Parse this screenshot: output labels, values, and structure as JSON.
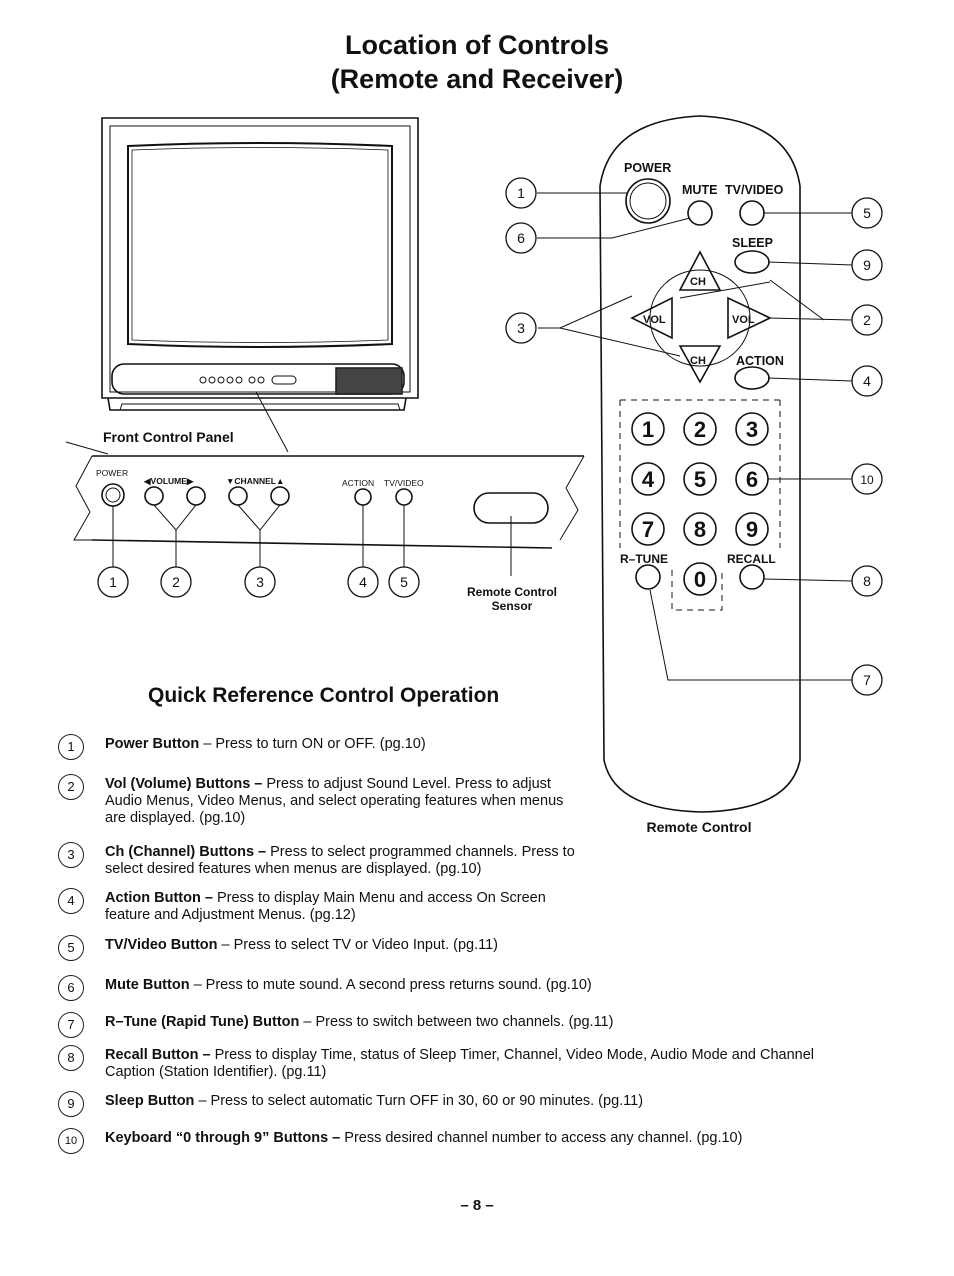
{
  "title": {
    "line1": "Location of Controls",
    "line2": "(Remote and Receiver)"
  },
  "tv": {
    "front_panel_label": "Front Control Panel",
    "panel_labels": {
      "power": "POWER",
      "volume": "◀VOLUME▶",
      "channel": "▼CHANNEL▲",
      "action": "ACTION",
      "tvvideo": "TV/VIDEO"
    },
    "sensor_label_1": "Remote Control",
    "sensor_label_2": "Sensor",
    "callouts": [
      "1",
      "2",
      "3",
      "4",
      "5"
    ]
  },
  "remote": {
    "labels": {
      "power": "POWER",
      "mute": "MUTE",
      "tvvideo": "TV/VIDEO",
      "sleep": "SLEEP",
      "ch": "CH",
      "vol": "VOL",
      "action": "ACTION",
      "rtune": "R–TUNE",
      "recall": "RECALL"
    },
    "keys": [
      "1",
      "2",
      "3",
      "4",
      "5",
      "6",
      "7",
      "8",
      "9",
      "0"
    ],
    "caption": "Remote Control",
    "callouts": {
      "left": [
        "1",
        "6",
        "3"
      ],
      "right": [
        "5",
        "9",
        "2",
        "4",
        "10",
        "8",
        "7"
      ]
    }
  },
  "quick_reference": {
    "heading": "Quick Reference Control Operation",
    "items": [
      {
        "num": "1",
        "bold": "Power Button",
        "rest": " – Press to turn ON or OFF. (pg.10)"
      },
      {
        "num": "2",
        "bold": "Vol (Volume) Buttons –",
        "rest": " Press to adjust Sound Level. Press to adjust",
        "line2": "Audio Menus, Video Menus, and select operating features when menus",
        "line3": "are displayed. (pg.10)"
      },
      {
        "num": "3",
        "bold": "Ch (Channel) Buttons –",
        "rest": " Press to select programmed channels. Press to",
        "line2": "select desired features when menus are displayed. (pg.10)"
      },
      {
        "num": "4",
        "bold": "Action Button –",
        "rest": " Press to display Main Menu and access On Screen",
        "line2": "feature and Adjustment Menus. (pg.12)"
      },
      {
        "num": "5",
        "bold": "TV/Video Button",
        "rest": " – Press to select TV or Video Input. (pg.11)"
      },
      {
        "num": "6",
        "bold": "Mute Button",
        "rest": " – Press to mute sound. A second press returns sound. (pg.10)"
      },
      {
        "num": "7",
        "bold": "R–Tune (Rapid Tune) Button",
        "rest": " – Press to switch between two channels. (pg.11)"
      },
      {
        "num": "8",
        "bold": "Recall Button –",
        "rest": " Press to display Time, status of Sleep Timer, Channel, Video Mode, Audio Mode and Channel",
        "line2": "Caption (Station Identifier). (pg.11)"
      },
      {
        "num": "9",
        "bold": "Sleep Button",
        "rest": " – Press to select automatic Turn OFF in 30, 60 or 90 minutes. (pg.11)"
      },
      {
        "num": "10",
        "bold": "Keyboard “0 through 9” Buttons –",
        "rest": " Press desired channel number to access any channel. (pg.10)"
      }
    ]
  },
  "page_number": "– 8 –"
}
